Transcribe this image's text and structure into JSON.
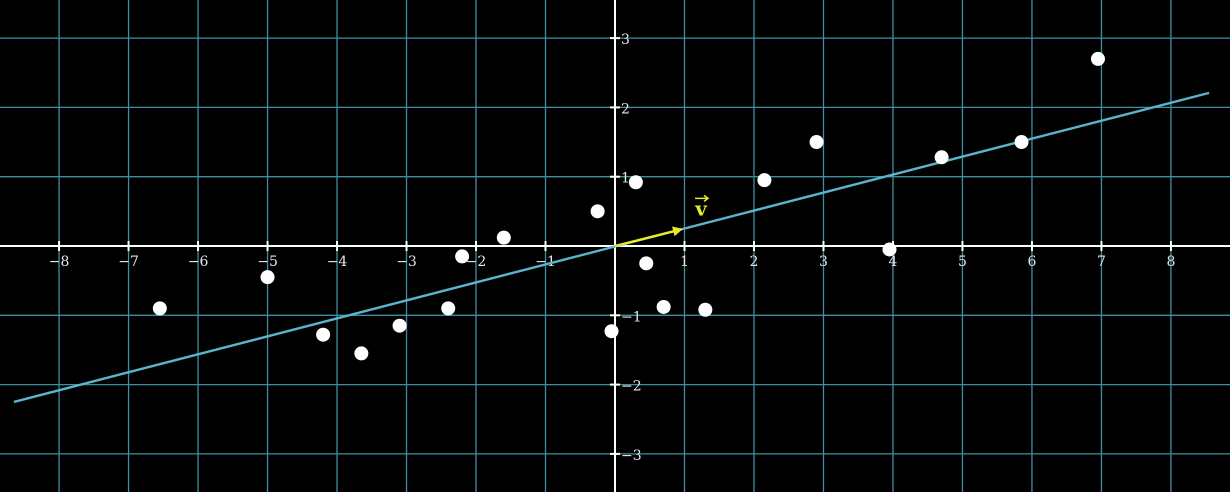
{
  "chart_data": {
    "type": "scatter",
    "title": "",
    "xlabel": "",
    "ylabel": "",
    "xlim": [
      -8.85,
      8.85
    ],
    "ylim": [
      -3.55,
      3.55
    ],
    "grid": true,
    "x_ticks": [
      -8,
      -7,
      -6,
      -5,
      -4,
      -3,
      -2,
      -1,
      1,
      2,
      3,
      4,
      5,
      6,
      7,
      8
    ],
    "y_ticks": [
      -3,
      -2,
      -1,
      1,
      2,
      3
    ],
    "x_tick_labels": [
      "−8",
      "−7",
      "−6",
      "−5",
      "−4",
      "−3",
      "−2",
      "−1",
      "1",
      "2",
      "3",
      "4",
      "5",
      "6",
      "7",
      "8"
    ],
    "y_tick_labels": [
      "−3",
      "−2",
      "−1",
      "1",
      "2",
      "3"
    ],
    "points": [
      {
        "x": -6.55,
        "y": -0.9
      },
      {
        "x": -5.0,
        "y": -0.45
      },
      {
        "x": -4.2,
        "y": -1.28
      },
      {
        "x": -3.65,
        "y": -1.55
      },
      {
        "x": -3.1,
        "y": -1.15
      },
      {
        "x": -2.4,
        "y": -0.9
      },
      {
        "x": -2.2,
        "y": -0.15
      },
      {
        "x": -1.6,
        "y": 0.12
      },
      {
        "x": -0.25,
        "y": 0.5
      },
      {
        "x": 0.3,
        "y": 0.92
      },
      {
        "x": 0.45,
        "y": -0.25
      },
      {
        "x": -0.05,
        "y": -1.23
      },
      {
        "x": 0.7,
        "y": -0.88
      },
      {
        "x": 1.3,
        "y": -0.92
      },
      {
        "x": 2.15,
        "y": 0.95
      },
      {
        "x": 2.9,
        "y": 1.5
      },
      {
        "x": 3.95,
        "y": -0.05
      },
      {
        "x": 4.7,
        "y": 1.28
      },
      {
        "x": 5.85,
        "y": 1.5
      },
      {
        "x": 6.95,
        "y": 2.7
      }
    ],
    "fit_line": {
      "x": [
        -8.65,
        8.55
      ],
      "y": [
        -2.25,
        2.21
      ],
      "color": "#5ab4cc"
    },
    "vector": {
      "label": "v",
      "x": 0.95,
      "y": 0.24,
      "color": "#e7eb28"
    },
    "colors": {
      "background": "#000000",
      "grid": "#3e8fa0",
      "axes": "#ffffff",
      "points": "#ffffff"
    }
  }
}
